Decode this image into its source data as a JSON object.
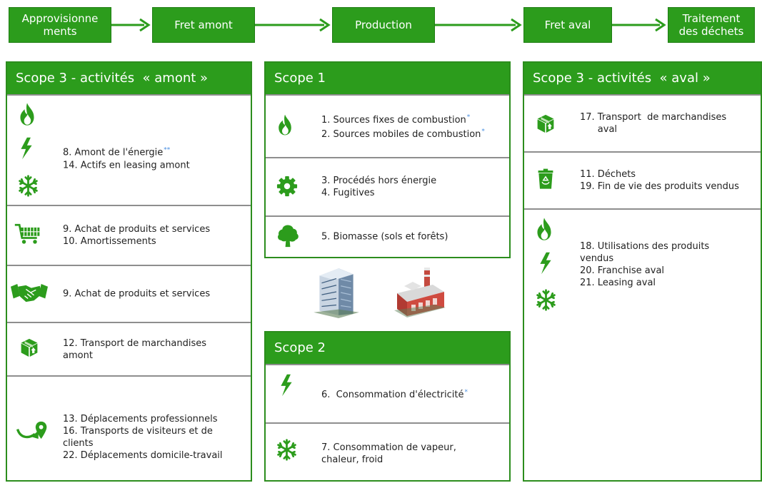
{
  "flow": {
    "steps": [
      "Approvisionne\nments",
      "Fret amont",
      "Production",
      "Fret aval",
      "Traitement\ndes déchets"
    ]
  },
  "upstream": {
    "title": "Scope 3 - activités  « amont »",
    "rows": [
      {
        "icons": [
          "flame-icon",
          "lightning-icon",
          "snowflake-icon"
        ],
        "lines": [
          {
            "text": "8. Amont de l'énergie",
            "mark": "**"
          },
          {
            "text": "14. Actifs en leasing amont",
            "mark": ""
          }
        ]
      },
      {
        "icons": [
          "shopping-cart-icon"
        ],
        "lines": [
          {
            "text": "9. Achat de produits et services",
            "mark": ""
          },
          {
            "text": "10. Amortissements",
            "mark": ""
          }
        ]
      },
      {
        "icons": [
          "handshake-icon"
        ],
        "lines": [
          {
            "text": "9. Achat de produits et services",
            "mark": ""
          }
        ]
      },
      {
        "icons": [
          "box-icon"
        ],
        "lines": [
          {
            "text": "12. Transport de marchandises",
            "mark": ""
          },
          {
            "text": "amont",
            "mark": ""
          }
        ]
      },
      {
        "icons": [
          "route-pin-icon"
        ],
        "lines": [
          {
            "text": "13. Déplacements professionnels",
            "mark": ""
          },
          {
            "text": "16. Transports de visiteurs et de",
            "mark": ""
          },
          {
            "text": "clients",
            "mark": ""
          },
          {
            "text": "22. Déplacements domicile-travail",
            "mark": ""
          }
        ]
      }
    ]
  },
  "scope1": {
    "title": "Scope 1",
    "rows": [
      {
        "icons": [
          "flame-icon"
        ],
        "lines": [
          {
            "text": "1. Sources fixes de combustion",
            "mark": "*"
          },
          {
            "text": "2. Sources mobiles de combustion",
            "mark": "*"
          }
        ]
      },
      {
        "icons": [
          "gear-icon"
        ],
        "lines": [
          {
            "text": "3. Procédés hors énergie",
            "mark": ""
          },
          {
            "text": "4. Fugitives",
            "mark": ""
          }
        ]
      },
      {
        "icons": [
          "tree-icon"
        ],
        "lines": [
          {
            "text": "5. Biomasse (sols et forêts)",
            "mark": ""
          }
        ]
      }
    ]
  },
  "scope2": {
    "title": "Scope 2",
    "rows": [
      {
        "icons": [
          "lightning-icon"
        ],
        "lines": [
          {
            "text": "6.  Consommation d'électricité",
            "mark": "*"
          }
        ]
      },
      {
        "icons": [
          "snowflake-icon"
        ],
        "lines": [
          {
            "text": "7. Consommation de vapeur,",
            "mark": ""
          },
          {
            "text": "chaleur, froid",
            "mark": ""
          }
        ]
      }
    ]
  },
  "downstream": {
    "title": "Scope 3 - activités  « aval »",
    "rows": [
      {
        "icons": [
          "box-icon"
        ],
        "lines": [
          {
            "text": "17. Transport  de marchandises",
            "mark": ""
          },
          {
            "text": "      aval",
            "mark": ""
          }
        ]
      },
      {
        "icons": [
          "recycle-bin-icon"
        ],
        "lines": [
          {
            "text": "11. Déchets",
            "mark": ""
          },
          {
            "text": "19. Fin de vie des produits vendus",
            "mark": ""
          }
        ]
      },
      {
        "icons": [
          "flame-icon",
          "lightning-icon",
          "snowflake-icon"
        ],
        "lines": [
          {
            "text": "18. Utilisations des produits",
            "mark": ""
          },
          {
            "text": "vendus",
            "mark": ""
          },
          {
            "text": "20. Franchise aval",
            "mark": ""
          },
          {
            "text": "21. Leasing aval",
            "mark": ""
          }
        ]
      }
    ]
  },
  "illustration": {
    "icons": [
      "office-building-icon",
      "factory-icon"
    ]
  },
  "colors": {
    "brand_green": "#2c9c1c",
    "border_green": "#2c8d1d",
    "separator_gray": "#8e8e8e",
    "asterisk_blue": "#4a90e2"
  }
}
